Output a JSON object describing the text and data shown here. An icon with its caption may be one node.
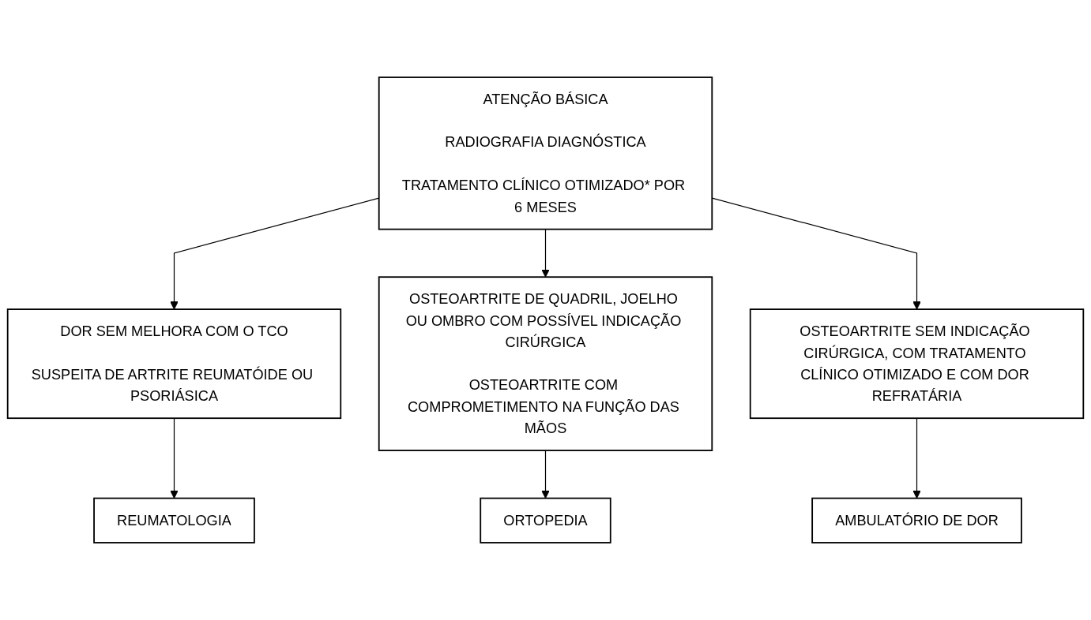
{
  "diagram": {
    "nodes": [
      {
        "text": [
          "ATENÇÃO BÁSICA",
          "RADIOGRAFIA DIAGNÓSTICA",
          "TRATAMENTO CLÍNICO OTIMIZADO* POR 6 MESES"
        ]
      },
      {
        "text": [
          "DOR SEM MELHORA COM O TCO",
          "SUSPEITA DE ARTRITE REUMATÓIDE OU PSORIÁSICA"
        ]
      },
      {
        "text": [
          "OSTEOARTRITE DE QUADRIL, JOELHO OU OMBRO COM POSSÍVEL INDICAÇÃO CIRÚRGICA",
          "OSTEOARTRITE COM COMPROMETIMENTO NA FUNÇÃO DAS MÃOS"
        ]
      },
      {
        "text": [
          "OSTEOARTRITE SEM INDICAÇÃO CIRÚRGICA, COM TRATAMENTO CLÍNICO OTIMIZADO E COM DOR REFRATÁRIA"
        ]
      },
      {
        "text": [
          "REUMATOLOGIA"
        ]
      },
      {
        "text": [
          "AMBULATÓRIO DE DOR"
        ]
      },
      {
        "text": [
          "ORTOPEDIA"
        ]
      }
    ],
    "edges": [
      {
        "from": 0,
        "to": 1,
        "arrow": "to"
      },
      {
        "from": 0,
        "to": 2,
        "arrow": "to"
      },
      {
        "from": 0,
        "to": 3,
        "arrow": "to"
      },
      {
        "from": 1,
        "to": 4,
        "arrow": "to"
      },
      {
        "from": 3,
        "to": 5,
        "arrow": "to"
      },
      {
        "from": 2,
        "to": 6,
        "arrow": "to"
      }
    ]
  }
}
